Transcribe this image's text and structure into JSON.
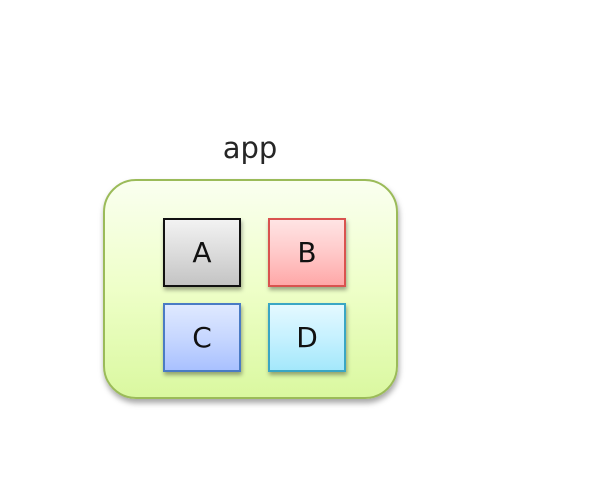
{
  "diagram": {
    "app": {
      "label": "app"
    },
    "modules": [
      {
        "label": "A",
        "border_color": "#111111",
        "fill_color": "#d8d8d8"
      },
      {
        "label": "B",
        "border_color": "#d9534f",
        "fill_color": "#ffc9c9"
      },
      {
        "label": "C",
        "border_color": "#4a7bc4",
        "fill_color": "#c7d7ff"
      },
      {
        "label": "D",
        "border_color": "#3aa6c4",
        "fill_color": "#c6f1ff"
      }
    ],
    "app_border_color": "#9bbb59",
    "app_fill_color": "#eeffc8"
  }
}
